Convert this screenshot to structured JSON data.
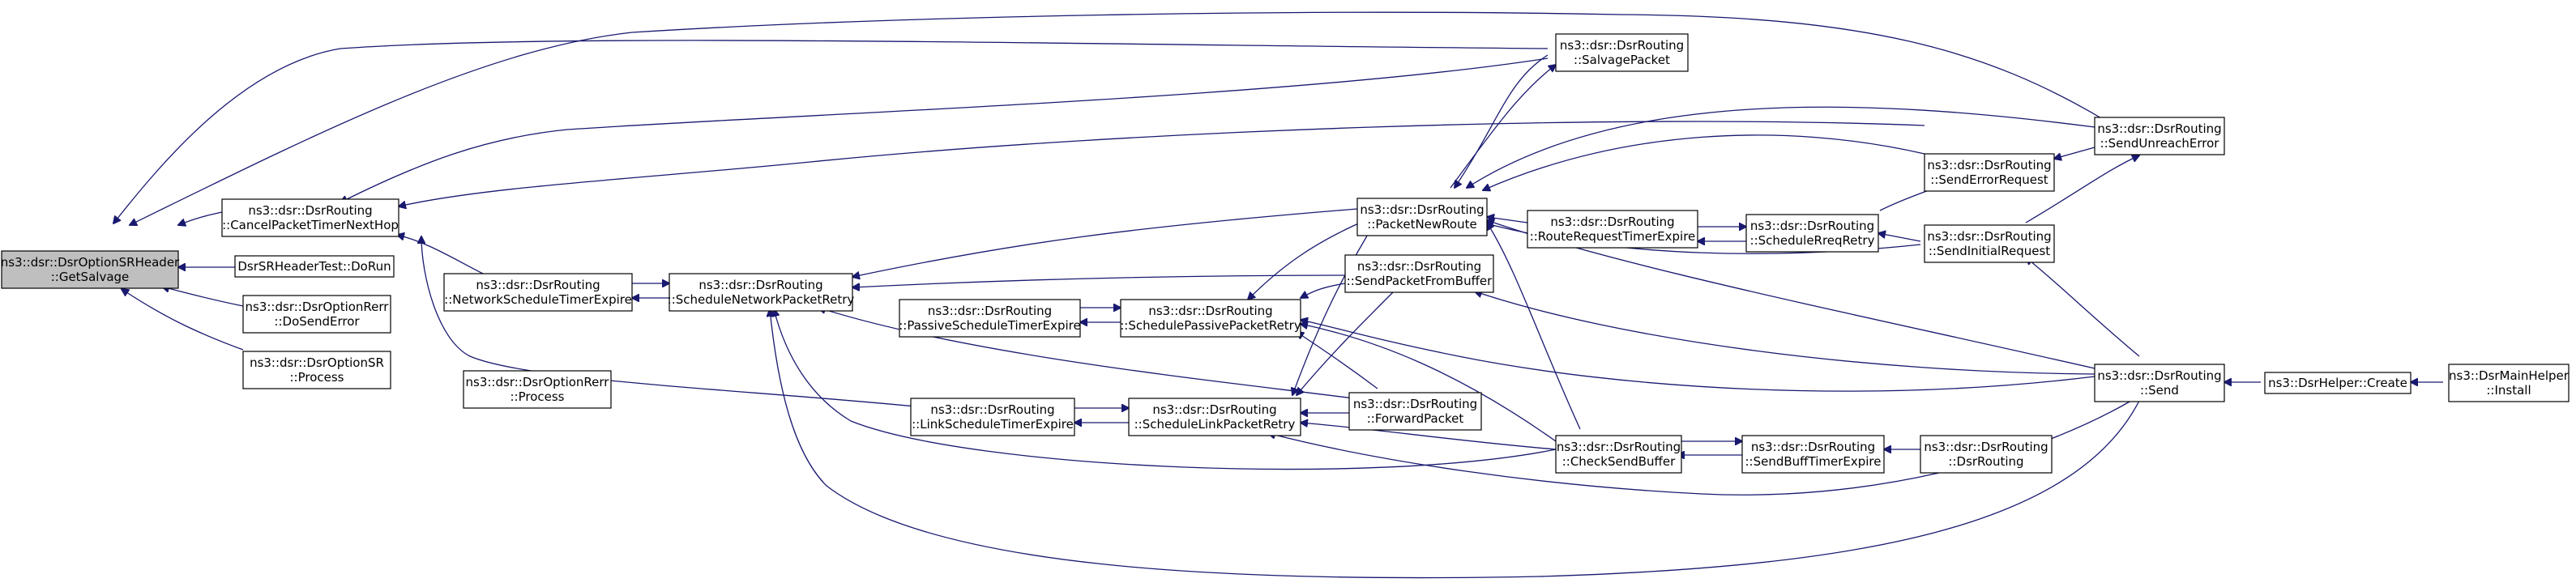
{
  "diagram": {
    "title": "",
    "colors": {
      "edge": "#191970",
      "root_fill": "#bfbfbf",
      "node_fill": "#ffffff",
      "border": "#000000"
    },
    "nodes": [
      {
        "id": "getsalvage",
        "lines": [
          "ns3::dsr::DsrOptionSRHeader",
          "::GetSalvage"
        ],
        "root": true
      },
      {
        "id": "cancel",
        "lines": [
          "ns3::dsr::DsrRouting",
          "::CancelPacketTimerNextHop"
        ]
      },
      {
        "id": "dorun",
        "lines": [
          "DsrSRHeaderTest::DoRun"
        ]
      },
      {
        "id": "dosenderror",
        "lines": [
          "ns3::dsr::DsrOptionRerr",
          "::DoSendError"
        ]
      },
      {
        "id": "srprocess",
        "lines": [
          "ns3::dsr::DsrOptionSR",
          "::Process"
        ]
      },
      {
        "id": "netsched",
        "lines": [
          "ns3::dsr::DsrRouting",
          "::NetworkScheduleTimerExpire"
        ]
      },
      {
        "id": "rerrprocess",
        "lines": [
          "ns3::dsr::DsrOptionRerr",
          "::Process"
        ]
      },
      {
        "id": "schednet",
        "lines": [
          "ns3::dsr::DsrRouting",
          "::ScheduleNetworkPacketRetry"
        ]
      },
      {
        "id": "passivesched",
        "lines": [
          "ns3::dsr::DsrRouting",
          "::PassiveScheduleTimerExpire"
        ]
      },
      {
        "id": "linksched",
        "lines": [
          "ns3::dsr::DsrRouting",
          "::LinkScheduleTimerExpire"
        ]
      },
      {
        "id": "schedpassive",
        "lines": [
          "ns3::dsr::DsrRouting",
          "::SchedulePassivePacketRetry"
        ]
      },
      {
        "id": "schedlink",
        "lines": [
          "ns3::dsr::DsrRouting",
          "::ScheduleLinkPacketRetry"
        ]
      },
      {
        "id": "packetnewroute",
        "lines": [
          "ns3::dsr::DsrRouting",
          "::PacketNewRoute"
        ]
      },
      {
        "id": "sendpktbuf",
        "lines": [
          "ns3::dsr::DsrRouting",
          "::SendPacketFromBuffer"
        ]
      },
      {
        "id": "forwardpacket",
        "lines": [
          "ns3::dsr::DsrRouting",
          "::ForwardPacket"
        ]
      },
      {
        "id": "salvagepacket",
        "lines": [
          "ns3::dsr::DsrRouting",
          "::SalvagePacket"
        ]
      },
      {
        "id": "rreqtimer",
        "lines": [
          "ns3::dsr::DsrRouting",
          "::RouteRequestTimerExpire"
        ]
      },
      {
        "id": "checksendbuf",
        "lines": [
          "ns3::dsr::DsrRouting",
          "::CheckSendBuffer"
        ]
      },
      {
        "id": "schedrreq",
        "lines": [
          "ns3::dsr::DsrRouting",
          "::ScheduleRreqRetry"
        ]
      },
      {
        "id": "sendbufftimer",
        "lines": [
          "ns3::dsr::DsrRouting",
          "::SendBuffTimerExpire"
        ]
      },
      {
        "id": "senderrorreq",
        "lines": [
          "ns3::dsr::DsrRouting",
          "::SendErrorRequest"
        ]
      },
      {
        "id": "sendinitreq",
        "lines": [
          "ns3::dsr::DsrRouting",
          "::SendInitialRequest"
        ]
      },
      {
        "id": "dsrrouting",
        "lines": [
          "ns3::dsr::DsrRouting",
          "::DsrRouting"
        ]
      },
      {
        "id": "sendunreach",
        "lines": [
          "ns3::dsr::DsrRouting",
          "::SendUnreachError"
        ]
      },
      {
        "id": "send",
        "lines": [
          "ns3::dsr::DsrRouting",
          "::Send"
        ]
      },
      {
        "id": "helpercreate",
        "lines": [
          "ns3::DsrHelper::Create"
        ]
      },
      {
        "id": "maininstall",
        "lines": [
          "ns3::DsrMainHelper",
          "::Install"
        ]
      }
    ]
  }
}
